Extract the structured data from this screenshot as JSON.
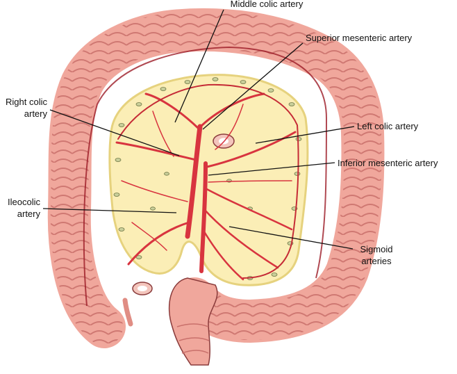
{
  "labels": {
    "middle_colic": "Middle colic artery",
    "superior_mesenteric": "Superior mesenteric artery",
    "right_colic_1": "Right colic",
    "right_colic_2": "artery",
    "left_colic": "Left colic artery",
    "inferior_mesenteric": "Inferior mesenteric artery",
    "ileocolic_1": "Ileocolic",
    "ileocolic_2": "artery",
    "sigmoid_1": "Sigmoid",
    "sigmoid_2": "arteries"
  },
  "colors": {
    "colon": "#f0a79c",
    "colon_dark": "#c9706b",
    "colon_line": "#8a3b3b",
    "mesentery": "#fbeeb6",
    "mesentery_edge": "#e6d27e",
    "artery": "#d8343f",
    "artery_dark": "#9c1c27",
    "node": "#c9cf9a",
    "leader": "#111111"
  }
}
